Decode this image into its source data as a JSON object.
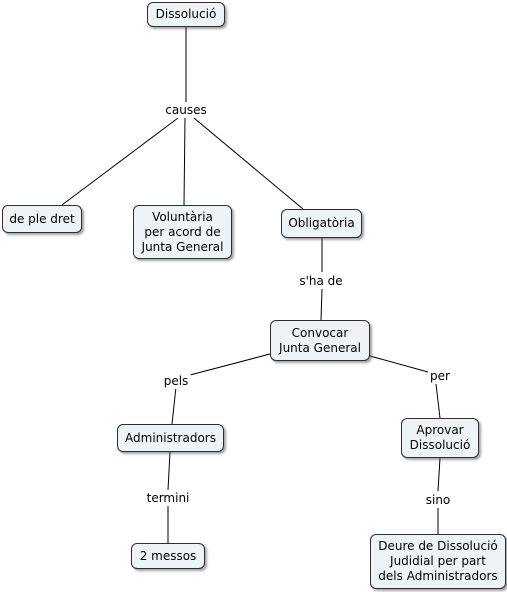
{
  "concepts": {
    "dissolucio": "Dissolució",
    "de_ple_dret": "de ple dret",
    "voluntaria": "Voluntària\nper acord de\nJunta General",
    "obligatoria": "Obligatòria",
    "convocar": "Convocar\nJunta General",
    "administradors": "Administradors",
    "aprovar": "Aprovar\nDissolució",
    "dos_messos": "2 messos",
    "deure": "Deure de Dissolució\nJudidial per part\ndels Administradors"
  },
  "linking_phrases": {
    "causes": "causes",
    "sha_de": "s'ha de",
    "pels": "pels",
    "per": "per",
    "termini": "termini",
    "sino": "sino"
  }
}
